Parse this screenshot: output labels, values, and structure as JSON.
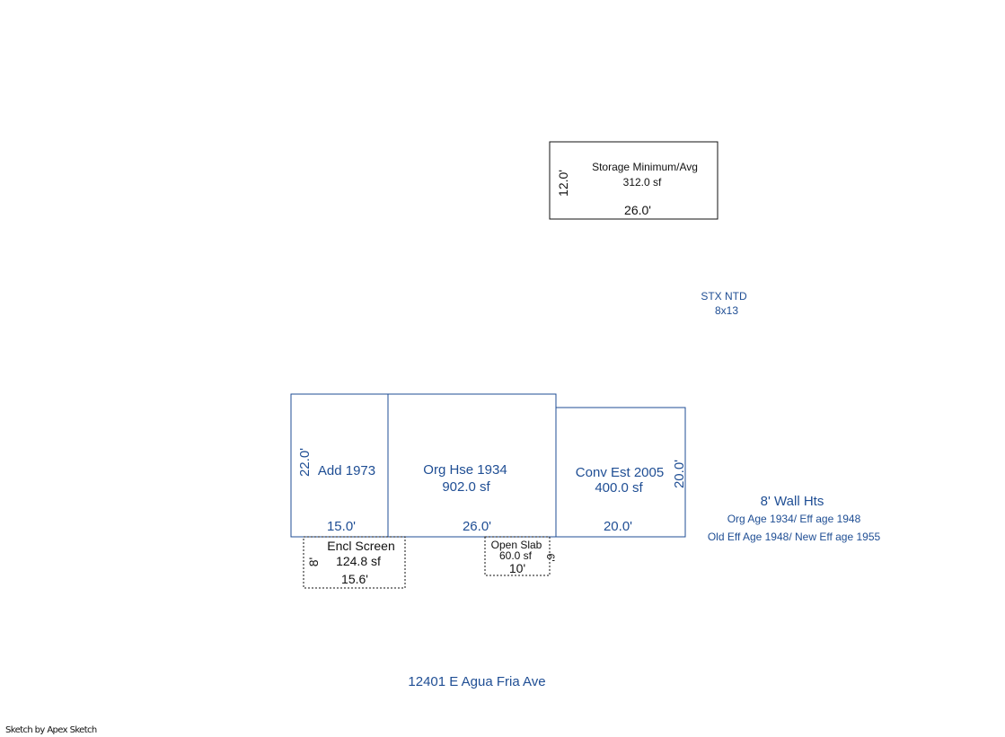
{
  "colors": {
    "blue": "#1f4e94",
    "black": "#111111"
  },
  "storage": {
    "name": "Storage Minimum/Avg",
    "area": "312.0 sf",
    "width_dim": "26.0'",
    "height_dim": "12.0'"
  },
  "stx_note": {
    "line1": "STX NTD",
    "line2": "8x13"
  },
  "add": {
    "name": "Add 1973",
    "width_dim": "15.0'",
    "height_dim": "22.0'"
  },
  "org_house": {
    "name": "Org Hse 1934",
    "area": "902.0 sf",
    "width_dim": "26.0'"
  },
  "conv": {
    "name": "Conv Est 2005",
    "area": "400.0 sf",
    "width_dim": "20.0'",
    "height_dim": "20.0'"
  },
  "notes": {
    "wall": "8' Wall Hts",
    "age1": "Org Age 1934/ Eff age 1948",
    "age2": "Old Eff Age 1948/ New Eff age 1955"
  },
  "encl_screen": {
    "name": "Encl Screen",
    "area": "124.8 sf",
    "width_dim": "15.6'",
    "height_dim": "8'"
  },
  "open_slab": {
    "name": "Open Slab",
    "area": "60.0 sf",
    "width_dim": "10'",
    "height_dim": "6'"
  },
  "address": "12401 E Agua Fria Ave",
  "footer": "Sketch by Apex Sketch"
}
